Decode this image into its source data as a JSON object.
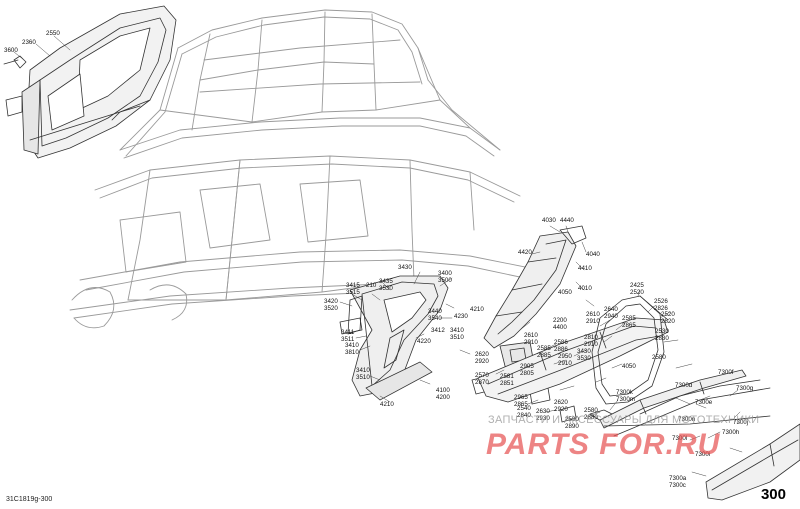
{
  "diagram": {
    "reference_code": "31C1819g-300",
    "page_number": "300",
    "watermark": {
      "text": "ЗАПЧАСТИ И АКСЕССУАРЫ ДЛЯ МОТОТЕХНИКИ",
      "logo": "PARTS FOR.RU"
    },
    "callouts": [
      {
        "id": "c3600",
        "lines": [
          "3600"
        ]
      },
      {
        "id": "c2360",
        "lines": [
          "2360"
        ]
      },
      {
        "id": "c2550",
        "lines": [
          "2550"
        ]
      },
      {
        "id": "c4030",
        "lines": [
          "4030"
        ]
      },
      {
        "id": "c4440",
        "lines": [
          "4440"
        ]
      },
      {
        "id": "c4040",
        "lines": [
          "4040"
        ]
      },
      {
        "id": "c4420",
        "lines": [
          "4420"
        ]
      },
      {
        "id": "c4410",
        "lines": [
          "4410"
        ]
      },
      {
        "id": "c4010",
        "lines": [
          "4010"
        ]
      },
      {
        "id": "c4050a",
        "lines": [
          "4050"
        ]
      },
      {
        "id": "c3430",
        "lines": [
          "3430"
        ]
      },
      {
        "id": "c3400",
        "lines": [
          "3400",
          "3500"
        ]
      },
      {
        "id": "c3415",
        "lines": [
          "3415",
          "3515"
        ]
      },
      {
        "id": "c210",
        "lines": [
          "210"
        ]
      },
      {
        "id": "c3435",
        "lines": [
          "3435",
          "3530"
        ]
      },
      {
        "id": "c3420",
        "lines": [
          "3420",
          "3520"
        ]
      },
      {
        "id": "c4210a",
        "lines": [
          "4210"
        ]
      },
      {
        "id": "c4230",
        "lines": [
          "4230"
        ]
      },
      {
        "id": "c3440",
        "lines": [
          "3440",
          "3540"
        ]
      },
      {
        "id": "c3412",
        "lines": [
          "3412"
        ]
      },
      {
        "id": "c3410a",
        "lines": [
          "3410",
          "3510"
        ]
      },
      {
        "id": "c4220",
        "lines": [
          "4220"
        ]
      },
      {
        "id": "c3411",
        "lines": [
          "3411",
          "3511"
        ]
      },
      {
        "id": "c3410b",
        "lines": [
          "3410",
          "3810"
        ]
      },
      {
        "id": "c3410c",
        "lines": [
          "3410",
          "3510"
        ]
      },
      {
        "id": "c4100",
        "lines": [
          "4100",
          "4200"
        ]
      },
      {
        "id": "c4210b",
        "lines": [
          "4210"
        ]
      },
      {
        "id": "c2200",
        "lines": [
          "2200",
          "4400"
        ]
      },
      {
        "id": "c2610",
        "lines": [
          "2610",
          "2910"
        ]
      },
      {
        "id": "c2620",
        "lines": [
          "2620",
          "2920"
        ]
      },
      {
        "id": "c2586",
        "lines": [
          "2586",
          "2886"
        ]
      },
      {
        "id": "c2585a",
        "lines": [
          "2585",
          "2885"
        ]
      },
      {
        "id": "c2950",
        "lines": [
          "2950",
          "2910"
        ]
      },
      {
        "id": "c3430b",
        "lines": [
          "3430",
          "3530"
        ]
      },
      {
        "id": "c2905",
        "lines": [
          "2905",
          "2805"
        ]
      },
      {
        "id": "c2570",
        "lines": [
          "2570",
          "2870"
        ]
      },
      {
        "id": "c2581",
        "lines": [
          "2581",
          "2851"
        ]
      },
      {
        "id": "c2640",
        "lines": [
          "2640",
          "2940"
        ]
      },
      {
        "id": "c2610b",
        "lines": [
          "2610",
          "2910"
        ]
      },
      {
        "id": "c2585b",
        "lines": [
          "2585",
          "2865"
        ]
      },
      {
        "id": "c2810",
        "lines": [
          "2810",
          "2910"
        ]
      },
      {
        "id": "c2530",
        "lines": [
          "2530",
          "2830"
        ]
      },
      {
        "id": "c4050b",
        "lines": [
          "4050"
        ]
      },
      {
        "id": "c2580a",
        "lines": [
          "2580"
        ]
      },
      {
        "id": "c2425",
        "lines": [
          "2425",
          "2520"
        ]
      },
      {
        "id": "c2526",
        "lines": [
          "2526",
          "2826"
        ]
      },
      {
        "id": "c2520",
        "lines": [
          "2520",
          "2820"
        ]
      },
      {
        "id": "c2965",
        "lines": [
          "2965",
          "2865"
        ]
      },
      {
        "id": "c2540",
        "lines": [
          "2540",
          "2840"
        ]
      },
      {
        "id": "c2630",
        "lines": [
          "2630",
          "2930"
        ]
      },
      {
        "id": "c2620b",
        "lines": [
          "2620",
          "2920"
        ]
      },
      {
        "id": "c2580b",
        "lines": [
          "2580",
          "2880"
        ]
      },
      {
        "id": "c2590",
        "lines": [
          "2590",
          "2890"
        ]
      },
      {
        "id": "c7300k",
        "lines": [
          "7300k",
          "7300m"
        ]
      },
      {
        "id": "c7300d",
        "lines": [
          "7300d"
        ]
      },
      {
        "id": "c7300f",
        "lines": [
          "7300f"
        ]
      },
      {
        "id": "c7300g",
        "lines": [
          "7300g"
        ]
      },
      {
        "id": "c7300e",
        "lines": [
          "7300e"
        ]
      },
      {
        "id": "c7300j",
        "lines": [
          "7300j"
        ]
      },
      {
        "id": "c7300n",
        "lines": [
          "7300n"
        ]
      },
      {
        "id": "c7300h",
        "lines": [
          "7300h"
        ]
      },
      {
        "id": "c7300l",
        "lines": [
          "7300l"
        ]
      },
      {
        "id": "c7300i",
        "lines": [
          "7300i"
        ]
      },
      {
        "id": "c7300a",
        "lines": [
          "7300a",
          "7300c"
        ]
      }
    ]
  }
}
